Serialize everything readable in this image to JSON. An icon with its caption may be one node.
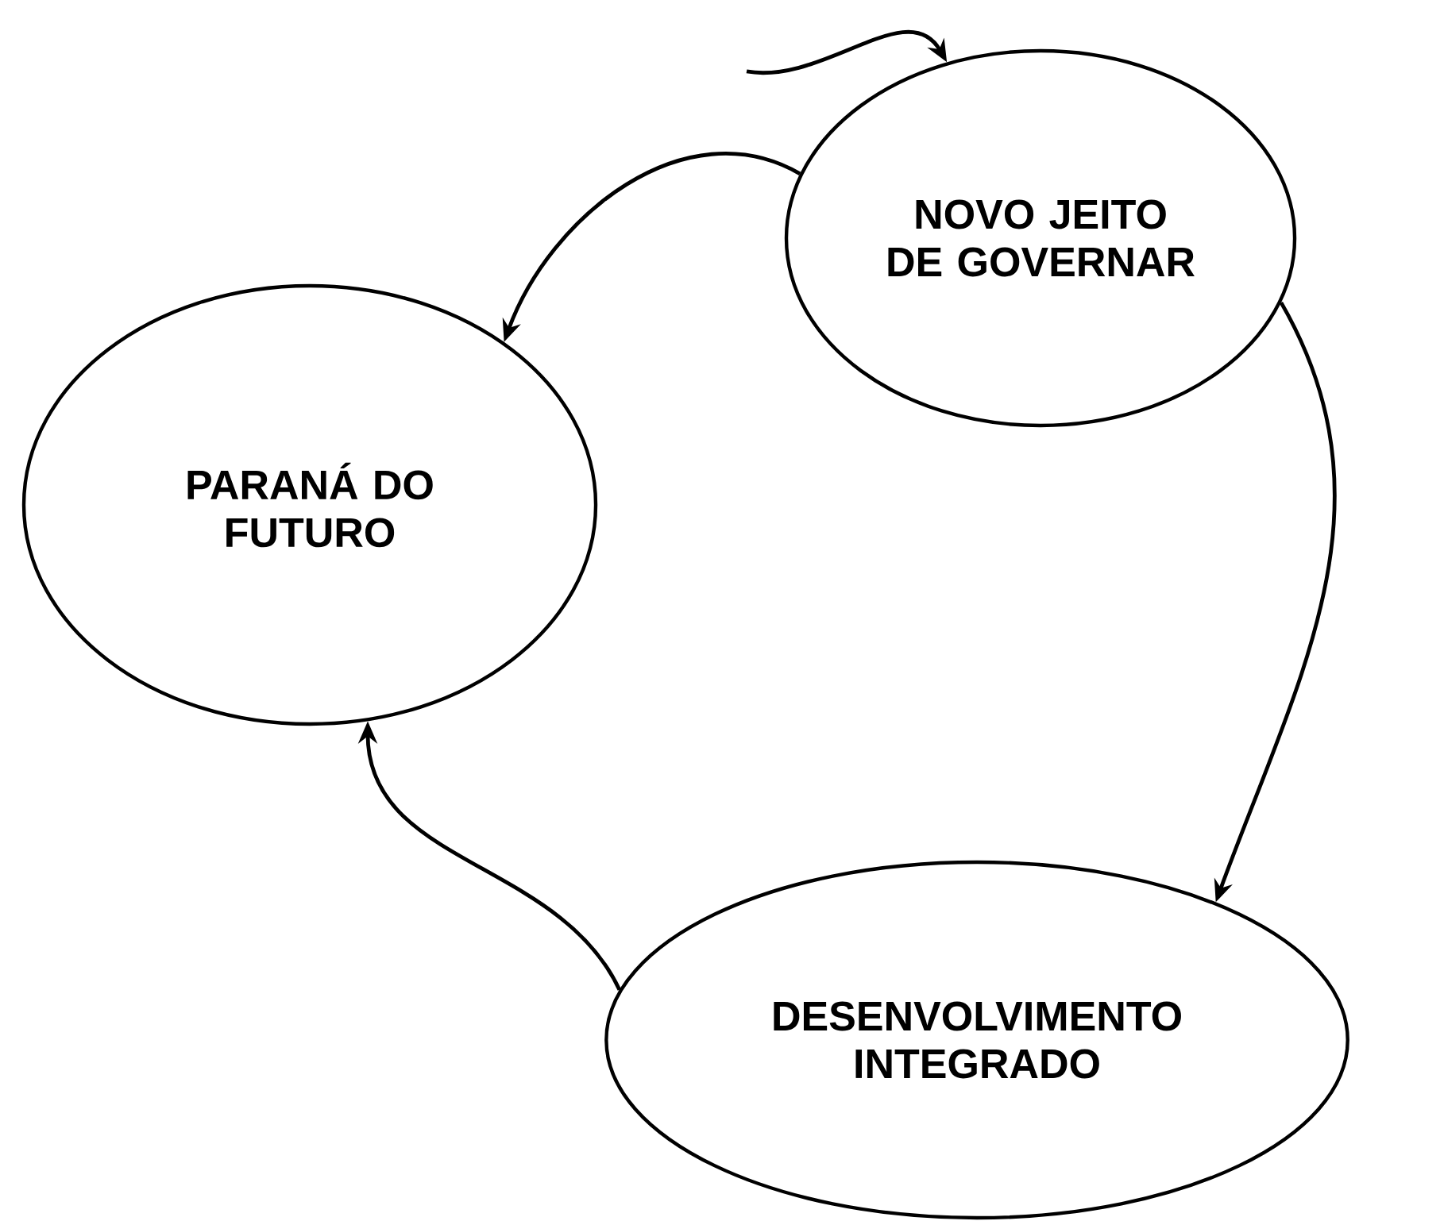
{
  "diagram": {
    "nodes": [
      {
        "text": [
          "NOVO JEITO DE GOVERNAR"
        ]
      },
      {
        "text": [
          "PARANÁ DO FUTURO"
        ]
      },
      {
        "text": [
          "DESENVOLVIMENTO INTEGRADO"
        ]
      }
    ],
    "edges": [
      {
        "from": 0,
        "to": 1,
        "arrow": "to"
      },
      {
        "from": 0,
        "to": 2,
        "arrow": "to"
      },
      {
        "from": 2,
        "to": 1,
        "arrow": "to"
      },
      {
        "from": null,
        "to": 0,
        "arrow": "to"
      }
    ]
  }
}
